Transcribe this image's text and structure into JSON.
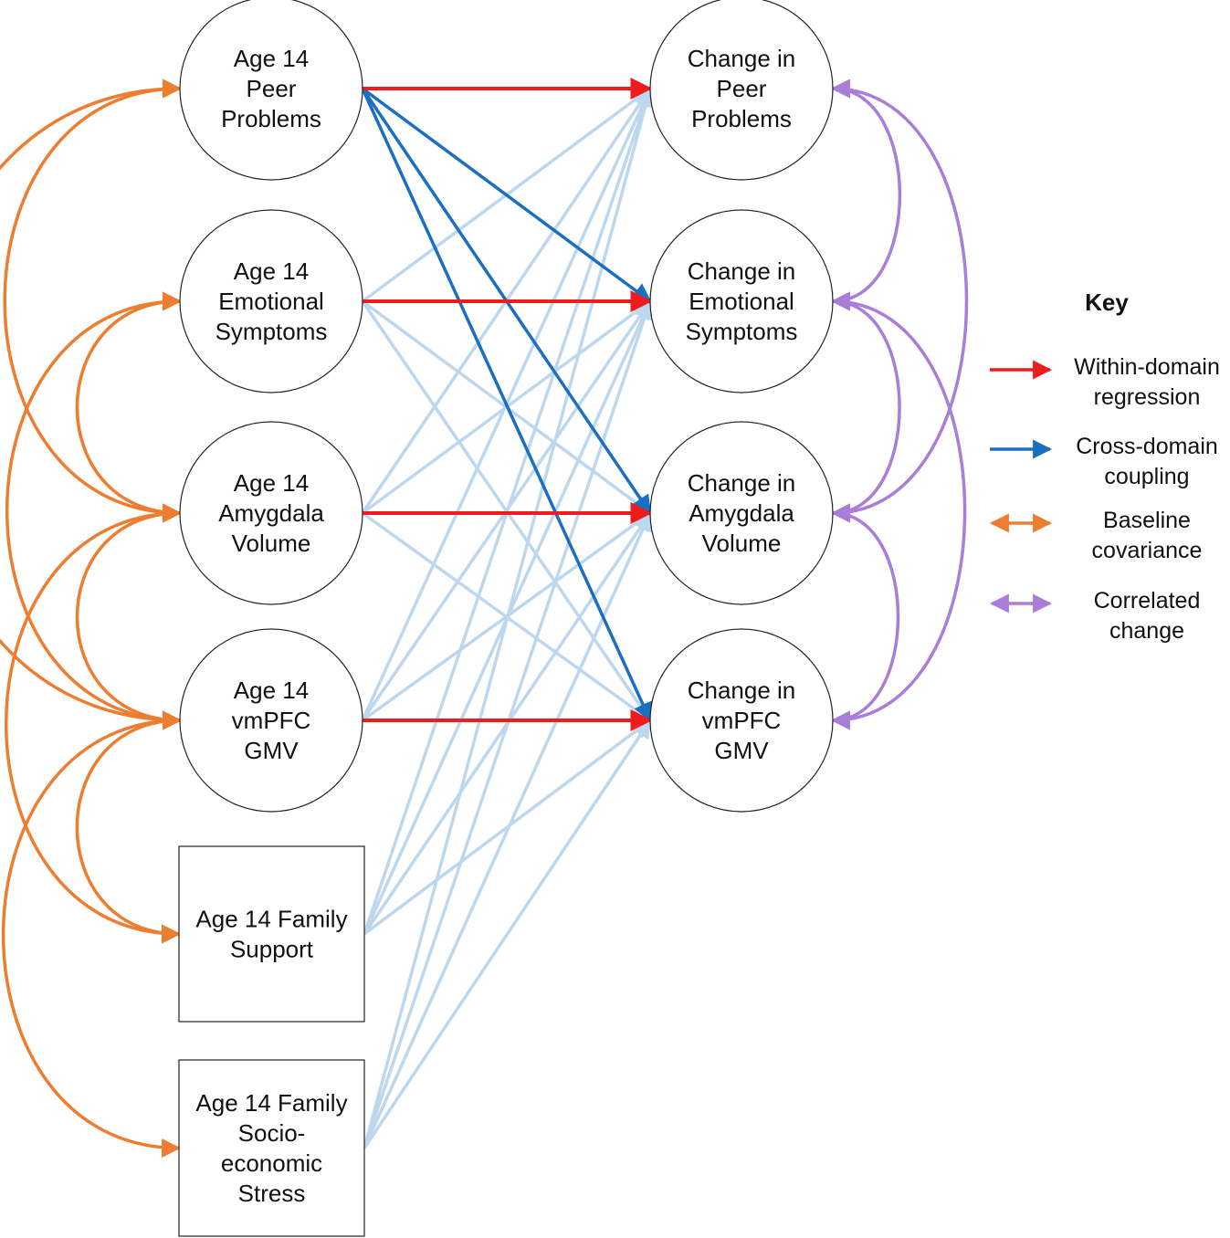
{
  "colors": {
    "within": "#ee1c1c",
    "cross": "#1a6fc0",
    "cross_light": "#bcd7ee",
    "baseline": "#ed7d31",
    "correlated": "#a97ed9",
    "node_stroke": "#222222"
  },
  "left_nodes": [
    {
      "id": "peer14",
      "shape": "circle",
      "lines": [
        "Age 14",
        "Peer",
        "Problems"
      ]
    },
    {
      "id": "emo14",
      "shape": "circle",
      "lines": [
        "Age 14",
        "Emotional",
        "Symptoms"
      ]
    },
    {
      "id": "amy14",
      "shape": "circle",
      "lines": [
        "Age 14",
        "Amygdala",
        "Volume"
      ]
    },
    {
      "id": "vm14",
      "shape": "circle",
      "lines": [
        "Age 14",
        "vmPFC",
        "GMV"
      ]
    },
    {
      "id": "fam14",
      "shape": "rect",
      "lines": [
        "Age 14 Family",
        "Support"
      ]
    },
    {
      "id": "ses14",
      "shape": "rect",
      "lines": [
        "Age 14 Family",
        "Socio-",
        "economic",
        "Stress"
      ]
    }
  ],
  "right_nodes": [
    {
      "id": "dpeer",
      "lines": [
        "Change in",
        "Peer",
        "Problems"
      ]
    },
    {
      "id": "demo",
      "lines": [
        "Change in",
        "Emotional",
        "Symptoms"
      ]
    },
    {
      "id": "damy",
      "lines": [
        "Change in",
        "Amygdala",
        "Volume"
      ]
    },
    {
      "id": "dvm",
      "lines": [
        "Change in",
        "vmPFC",
        "GMV"
      ]
    }
  ],
  "paths": {
    "within_domain": [
      [
        "peer14",
        "dpeer"
      ],
      [
        "emo14",
        "demo"
      ],
      [
        "amy14",
        "damy"
      ],
      [
        "vm14",
        "dvm"
      ]
    ],
    "cross_domain_highlighted": [
      [
        "peer14",
        "demo"
      ],
      [
        "peer14",
        "damy"
      ],
      [
        "peer14",
        "dvm"
      ]
    ],
    "cross_domain_other": [
      [
        "emo14",
        "dpeer"
      ],
      [
        "emo14",
        "damy"
      ],
      [
        "emo14",
        "dvm"
      ],
      [
        "amy14",
        "dpeer"
      ],
      [
        "amy14",
        "demo"
      ],
      [
        "amy14",
        "dvm"
      ],
      [
        "vm14",
        "dpeer"
      ],
      [
        "vm14",
        "demo"
      ],
      [
        "vm14",
        "damy"
      ],
      [
        "fam14",
        "dpeer"
      ],
      [
        "fam14",
        "demo"
      ],
      [
        "fam14",
        "damy"
      ],
      [
        "fam14",
        "dvm"
      ],
      [
        "ses14",
        "dpeer"
      ],
      [
        "ses14",
        "demo"
      ],
      [
        "ses14",
        "damy"
      ],
      [
        "ses14",
        "dvm"
      ]
    ],
    "baseline_covariance": [
      [
        "peer14",
        "amy14"
      ],
      [
        "emo14",
        "amy14"
      ],
      [
        "amy14",
        "vm14"
      ],
      [
        "vm14",
        "fam14"
      ],
      [
        "vm14",
        "ses14"
      ],
      [
        "emo14",
        "vm14"
      ],
      [
        "peer14",
        "vm14"
      ],
      [
        "amy14",
        "fam14"
      ]
    ],
    "correlated_change": [
      [
        "dpeer",
        "demo"
      ],
      [
        "demo",
        "damy"
      ],
      [
        "damy",
        "dvm"
      ],
      [
        "dpeer",
        "damy"
      ],
      [
        "demo",
        "dvm"
      ]
    ]
  },
  "key": {
    "title": "Key",
    "items": [
      {
        "type": "within",
        "lines": [
          "Within-domain",
          "regression"
        ]
      },
      {
        "type": "cross",
        "lines": [
          "Cross-domain",
          "coupling"
        ]
      },
      {
        "type": "baseline",
        "lines": [
          "Baseline",
          "covariance"
        ]
      },
      {
        "type": "correlated",
        "lines": [
          "Correlated",
          "change"
        ]
      }
    ]
  }
}
